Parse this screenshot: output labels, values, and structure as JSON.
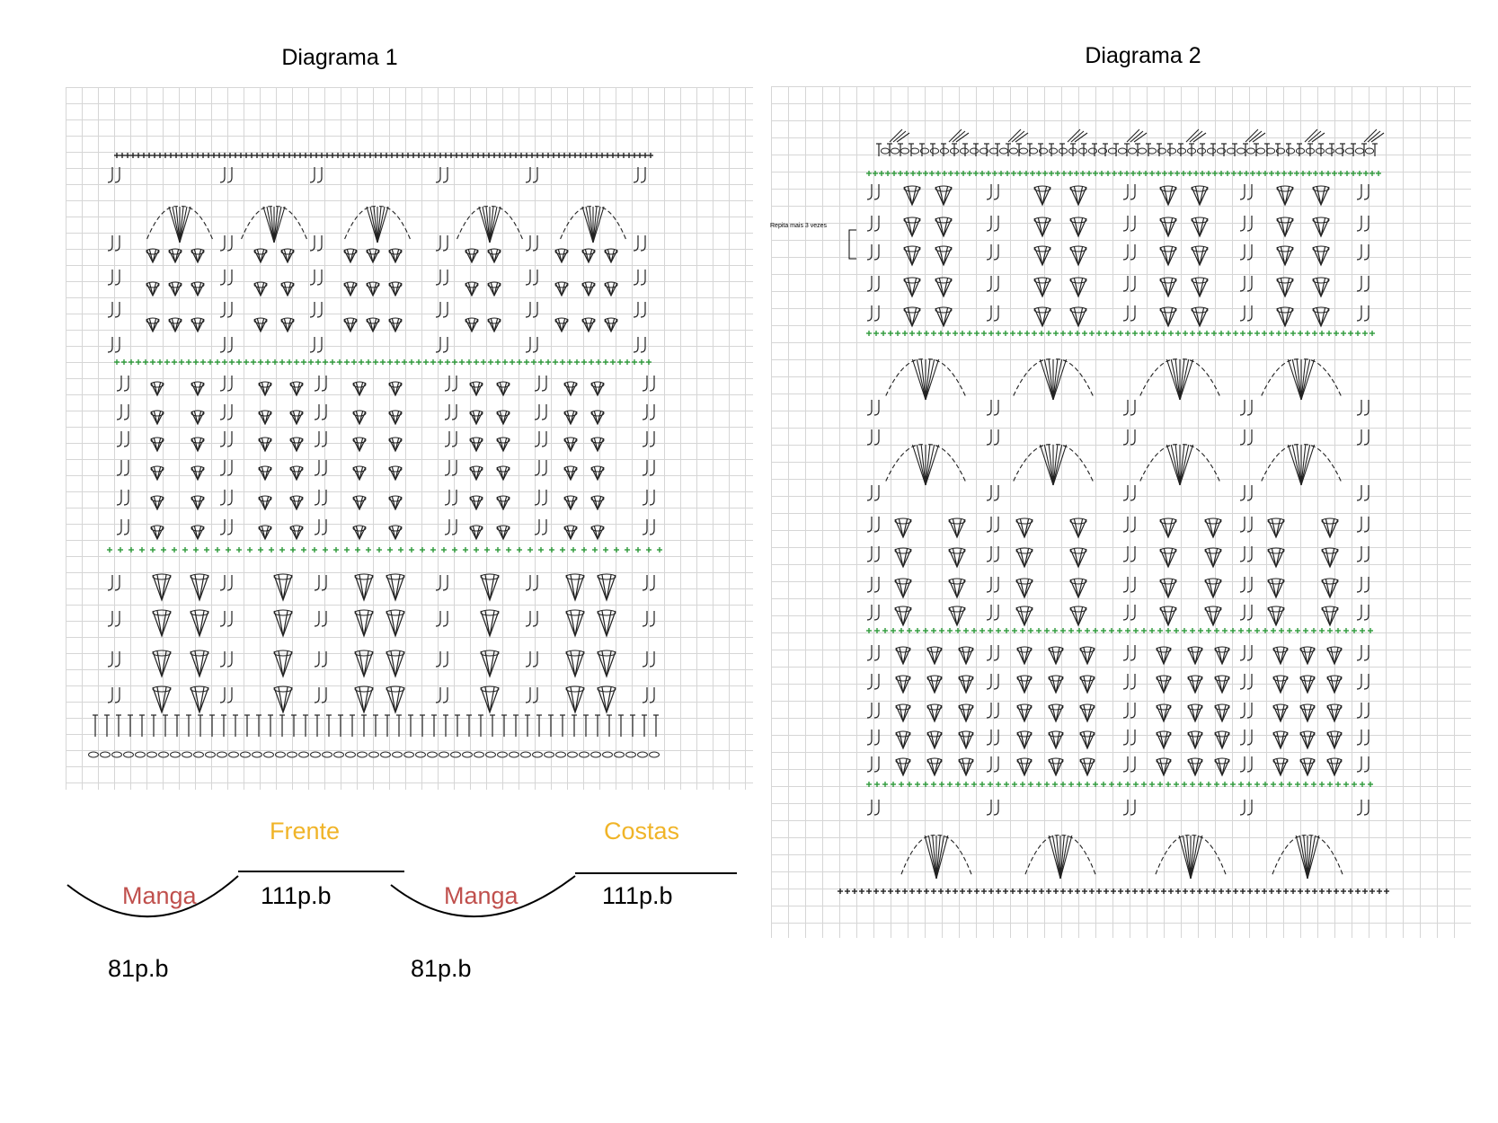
{
  "diagram1": {
    "title": "Diagrama 1"
  },
  "diagram2": {
    "title": "Diagrama 2",
    "repeat_note": "Repita mais 3 vezes"
  },
  "layout_labels": {
    "front": "Frente",
    "back": "Costas",
    "sleeve_left": "Manga",
    "sleeve_right": "Manga",
    "front_stitches": "111p.b",
    "back_stitches": "111p.b",
    "sleeve_left_stitches": "81p.b",
    "sleeve_right_stitches": "81p.b"
  },
  "colors": {
    "ink": "#222222",
    "accent_green": "#2e9a3a",
    "section_label": "#f0b428",
    "sleeve_label": "#c0504d",
    "grid": "#d6d6d6"
  },
  "symbols": [
    "chain",
    "single-crochet",
    "double-crochet",
    "shell",
    "fan",
    "slip-stitch"
  ]
}
